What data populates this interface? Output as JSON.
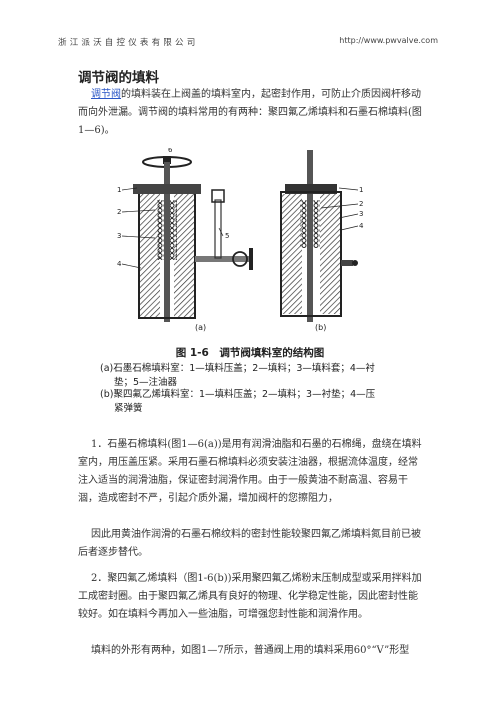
{
  "header": {
    "company": "浙江派沃自控仪表有限公司",
    "url": "http://www.pwvalve.com"
  },
  "title": "调节阀的填料",
  "intro": {
    "link": "调节阀",
    "text": "的填料装在上阀盖的填料室内，起密封作用，可防止介质因阀杆移动而向外泄漏。调节阀的填料常用的有两种：聚四氟乙烯填料和石墨石棉填料(图1—6)。"
  },
  "figure": {
    "label_a": "(a)",
    "label_b": "(b)",
    "left_numbers": [
      "1",
      "2",
      "3",
      "4",
      "5"
    ],
    "right_numbers": [
      "1",
      "2",
      "3",
      "4"
    ],
    "caption_title": "图 1-6　调节阀填料室的结构图",
    "caption_a_1": "(a)石墨石棉填料室：1—填料压盖；2—填料；3—填料套；4—衬",
    "caption_a_2": "垫；5—注油器",
    "caption_b_1": "(b)聚四氟乙烯填料室：1—填料压盖；2—填料；3—衬垫；4—压",
    "caption_b_2": "紧弹簧"
  },
  "paragraphs": [
    "1．石墨石棉填料(图1—6(a))是用有润滑油脂和石墨的石棉绳，盘绕在填料室内，用压盖压紧。采用石墨石棉填料必须安装注油器，根据流体温度，经常注入适当的润滑油脂，保证密封润滑作用。由于一般黄油不耐高温、容易干涸，造成密封不严，引起介质外漏，增加阀杆的您擦阻力，",
    "因此用黄油作润滑的石墨石棉纹料的密封性能较聚四氟乙烯填料氮目前已被后者逐步替代。",
    "2．聚四氟乙烯填料（图1-6(b))采用聚四氟乙烯粉末压制成型或采用拌料加工成密封圈。由于聚四氟乙烯具有良好的物理、化学稳定性能，因此密封性能较好。如在填料今再加入一些油脂，可增强您封性能和润滑作用。",
    "填料的外形有两种，如图1—7所示，普通阀上用的填料采用60°“V”形型"
  ]
}
